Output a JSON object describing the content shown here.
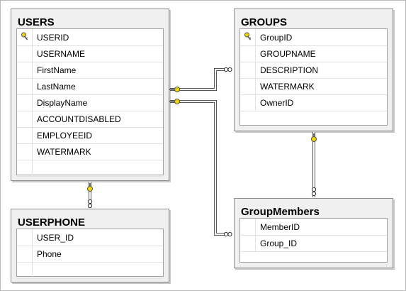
{
  "diagram": {
    "tables": [
      {
        "id": "users",
        "title": "USERS",
        "columns": [
          {
            "name": "USERID",
            "primary_key": true
          },
          {
            "name": "USERNAME",
            "primary_key": false
          },
          {
            "name": "FirstName",
            "primary_key": false
          },
          {
            "name": "LastName",
            "primary_key": false
          },
          {
            "name": "DisplayName",
            "primary_key": false
          },
          {
            "name": "ACCOUNTDISABLED",
            "primary_key": false
          },
          {
            "name": "EMPLOYEEID",
            "primary_key": false
          },
          {
            "name": "WATERMARK",
            "primary_key": false
          }
        ]
      },
      {
        "id": "groups",
        "title": "GROUPS",
        "columns": [
          {
            "name": "GroupID",
            "primary_key": true
          },
          {
            "name": "GROUPNAME",
            "primary_key": false
          },
          {
            "name": "DESCRIPTION",
            "primary_key": false
          },
          {
            "name": "WATERMARK",
            "primary_key": false
          },
          {
            "name": "OwnerID",
            "primary_key": false
          }
        ]
      },
      {
        "id": "userphone",
        "title": "USERPHONE",
        "columns": [
          {
            "name": "USER_ID",
            "primary_key": false
          },
          {
            "name": "Phone",
            "primary_key": false
          }
        ]
      },
      {
        "id": "groupmembers",
        "title": "GroupMembers",
        "columns": [
          {
            "name": "MemberID",
            "primary_key": false
          },
          {
            "name": "Group_ID",
            "primary_key": false
          }
        ]
      }
    ],
    "relationships": [
      {
        "from": "users",
        "to": "groups",
        "from_end": "one",
        "to_end": "many"
      },
      {
        "from": "users",
        "to": "groupmembers",
        "from_end": "one",
        "to_end": "many"
      },
      {
        "from": "users",
        "to": "userphone",
        "from_end": "one",
        "to_end": "many"
      },
      {
        "from": "groups",
        "to": "groupmembers",
        "from_end": "one",
        "to_end": "many"
      }
    ],
    "colors": {
      "key": "#f2d600",
      "line": "#555555",
      "table_bg": "#f0f0f0"
    }
  }
}
